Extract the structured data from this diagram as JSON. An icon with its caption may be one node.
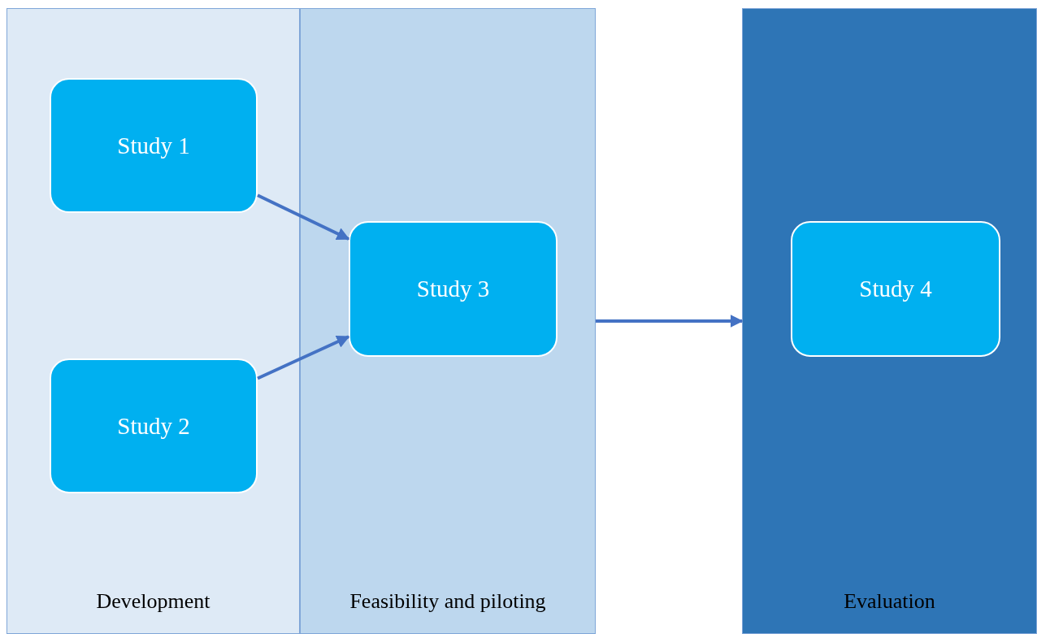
{
  "diagram": {
    "nodes": [
      {
        "text": [
          "Development"
        ]
      },
      {
        "text": [
          "Study 1"
        ],
        "in": 0
      },
      {
        "text": [
          "Study 2"
        ],
        "in": 0
      },
      {
        "text": [
          "Feasibility and piloting"
        ]
      },
      {
        "text": [
          "Study 3"
        ],
        "in": 3
      },
      {
        "text": [
          "Evaluation"
        ]
      },
      {
        "text": [
          "Study 4"
        ],
        "in": 5
      }
    ],
    "edges": [
      {
        "from": 1,
        "to": 4,
        "arrow": "to"
      },
      {
        "from": 2,
        "to": 4,
        "arrow": "to"
      },
      {
        "from": 3,
        "to": 5,
        "arrow": "to"
      }
    ]
  }
}
